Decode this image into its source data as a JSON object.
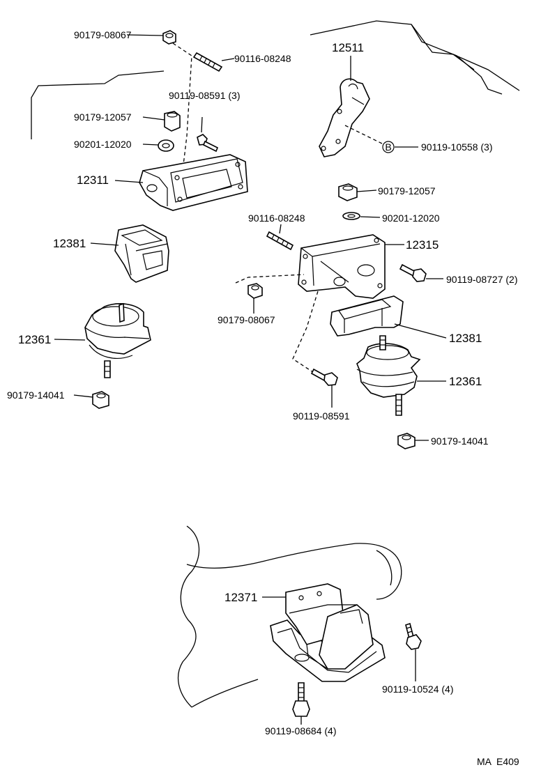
{
  "labels": {
    "l_90179_08067_a": "90179-08067",
    "l_90116_08248_a": "90116-08248",
    "l_90119_08591_3": "90119-08591 (3)",
    "l_90179_12057_a": "90179-12057",
    "l_90201_12020_a": "90201-12020",
    "l_12311": "12311",
    "l_12381_a": "12381",
    "l_12361_a": "12361",
    "l_90179_14041_a": "90179-14041",
    "l_12511": "12511",
    "l_90119_10558_3": "90119-10558 (3)",
    "l_marker_b": "B",
    "l_90179_12057_b": "90179-12057",
    "l_90116_08248_b": "90116-08248",
    "l_90201_12020_b": "90201-12020",
    "l_12315": "12315",
    "l_90119_08727_2": "90119-08727 (2)",
    "l_90179_08067_b": "90179-08067",
    "l_12381_b": "12381",
    "l_12361_b": "12361",
    "l_90119_08591": "90119-08591",
    "l_90179_14041_b": "90179-14041",
    "l_12371": "12371",
    "l_90119_10524_4": "90119-10524 (4)",
    "l_90119_08684_4": "90119-08684 (4)",
    "l_code": "MA  E409"
  }
}
